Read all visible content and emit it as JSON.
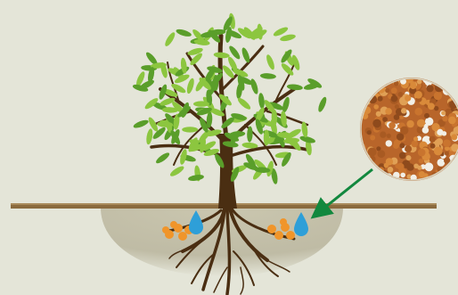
{
  "diagram": {
    "subject": "tree-root-fertilizer-illustration",
    "elements": [
      {
        "name": "tree",
        "icon": "tree-icon"
      },
      {
        "name": "ground-line",
        "icon": "ground-icon"
      },
      {
        "name": "root-zone",
        "icon": "soil-icon"
      },
      {
        "name": "fertilizer-granules-left",
        "icon": "granule-icon"
      },
      {
        "name": "fertilizer-granules-right",
        "icon": "granule-icon"
      },
      {
        "name": "water-drop-left",
        "icon": "water-drop-icon"
      },
      {
        "name": "water-drop-right",
        "icon": "water-drop-icon"
      },
      {
        "name": "granule-closeup",
        "icon": "magnifier-icon"
      },
      {
        "name": "pointer-arrow",
        "icon": "arrow-icon"
      }
    ]
  },
  "colors": {
    "background": "#e4e5d8",
    "leaf_light": "#8cc63f",
    "leaf_dark": "#5a9e2a",
    "trunk": "#4a2e12",
    "ground": "#8a6a3e",
    "soil": "#bdb9a2",
    "granule": "#f0952a",
    "water": "#2e9fd8",
    "arrow": "#12883e"
  }
}
